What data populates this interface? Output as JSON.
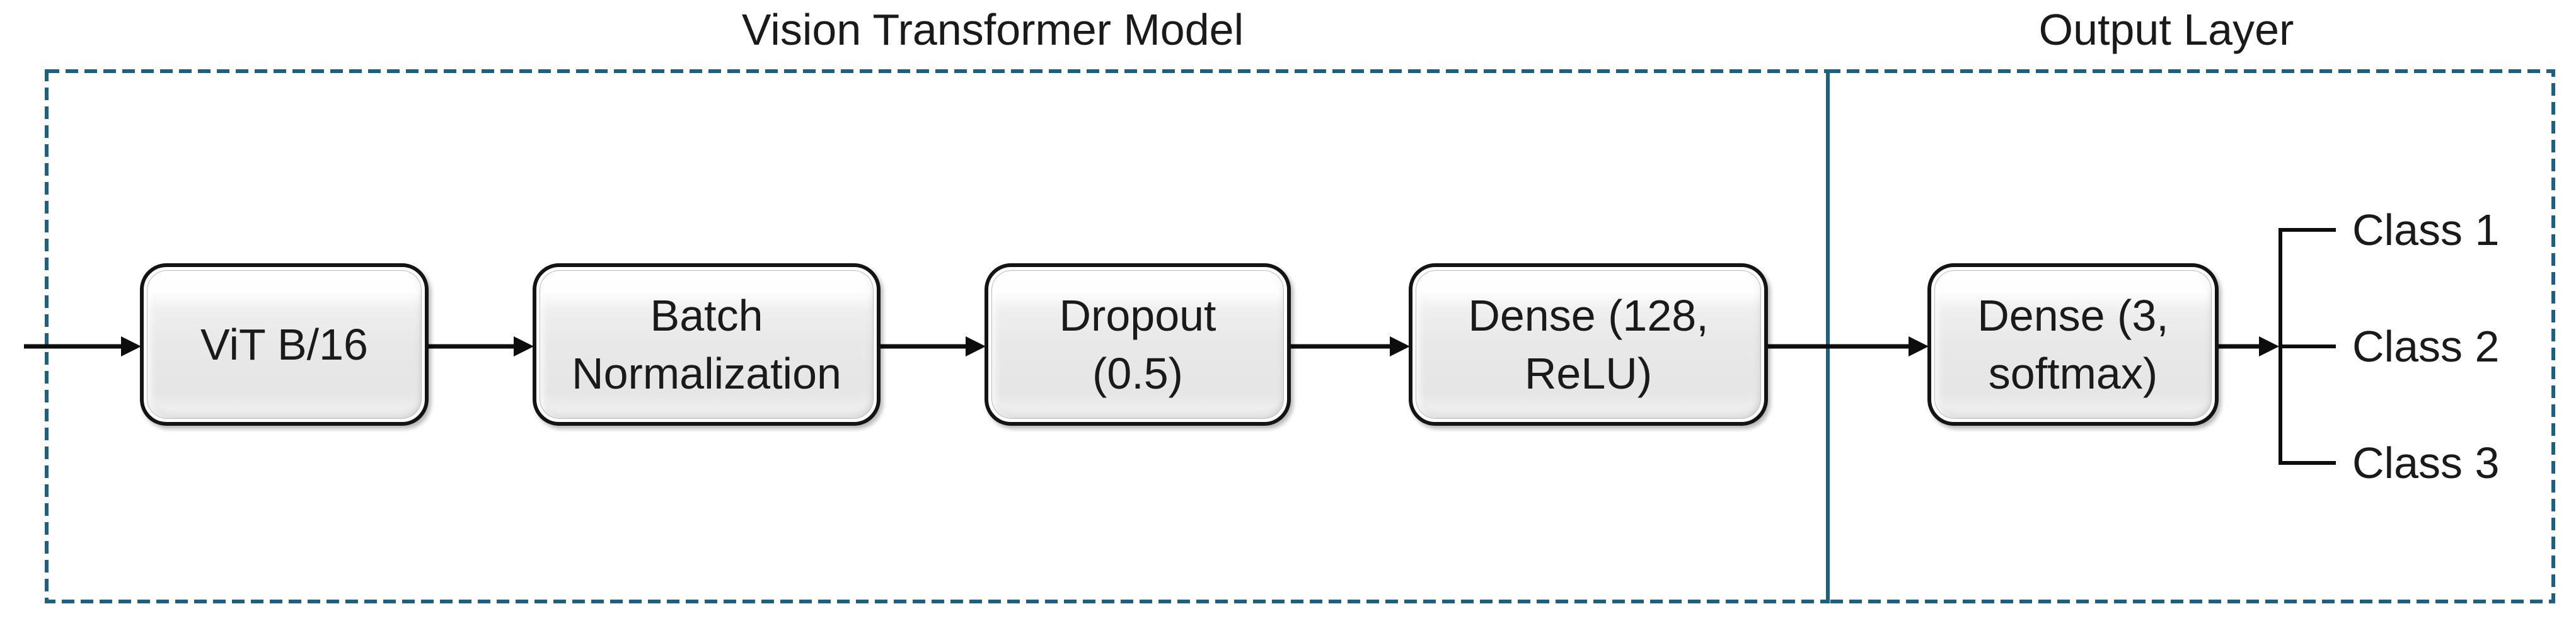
{
  "diagram": {
    "type": "neural-network-architecture-flowchart",
    "groups": [
      {
        "label": "Vision Transformer Model"
      },
      {
        "label": "Output Layer"
      }
    ],
    "nodes": [
      {
        "label": "ViT B/16"
      },
      {
        "label": "Batch Normalization"
      },
      {
        "label": "Dropout (0.5)"
      },
      {
        "label": "Dense (128, ReLU)"
      },
      {
        "label": "Dense (3, softmax)"
      }
    ],
    "flow": [
      "input → ViT B/16",
      "ViT B/16 → Batch Normalization",
      "Batch Normalization → Dropout (0.5)",
      "Dropout (0.5) → Dense (128, ReLU)",
      "Dense (128, ReLU) → Dense (3, softmax)",
      "Dense (3, softmax) → classes"
    ],
    "outputs": {
      "classes": [
        "Class 1",
        "Class 2",
        "Class 3"
      ]
    }
  },
  "colors": {
    "dashed_border": "#1e6080",
    "arrow": "#0d0d0d",
    "node_border": "#141414",
    "node_fill": "#e8e8e8",
    "text": "#1a1a1a",
    "background": "#ffffff"
  }
}
